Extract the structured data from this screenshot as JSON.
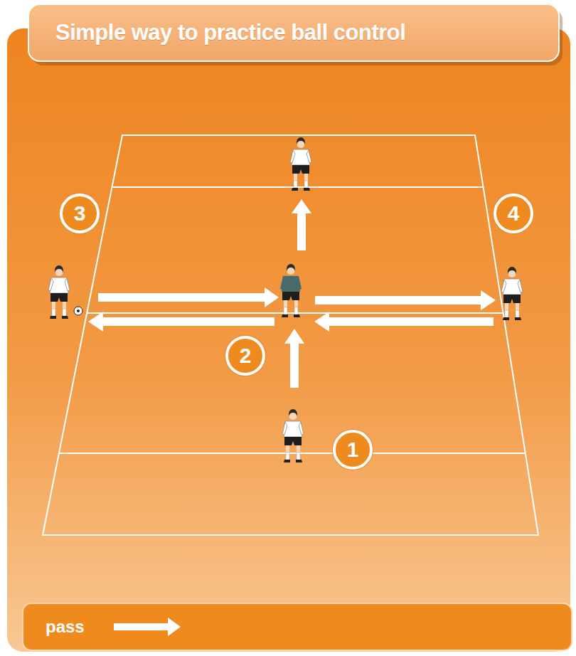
{
  "diagram": {
    "title": "Simple way to practice ball control",
    "nodes": [
      {
        "text": [
          "3"
        ]
      },
      {
        "text": [
          "4"
        ]
      },
      {
        "text": [
          "2"
        ]
      },
      {
        "text": [
          "1"
        ]
      }
    ],
    "legend": [
      {
        "text": "pass"
      }
    ]
  }
}
